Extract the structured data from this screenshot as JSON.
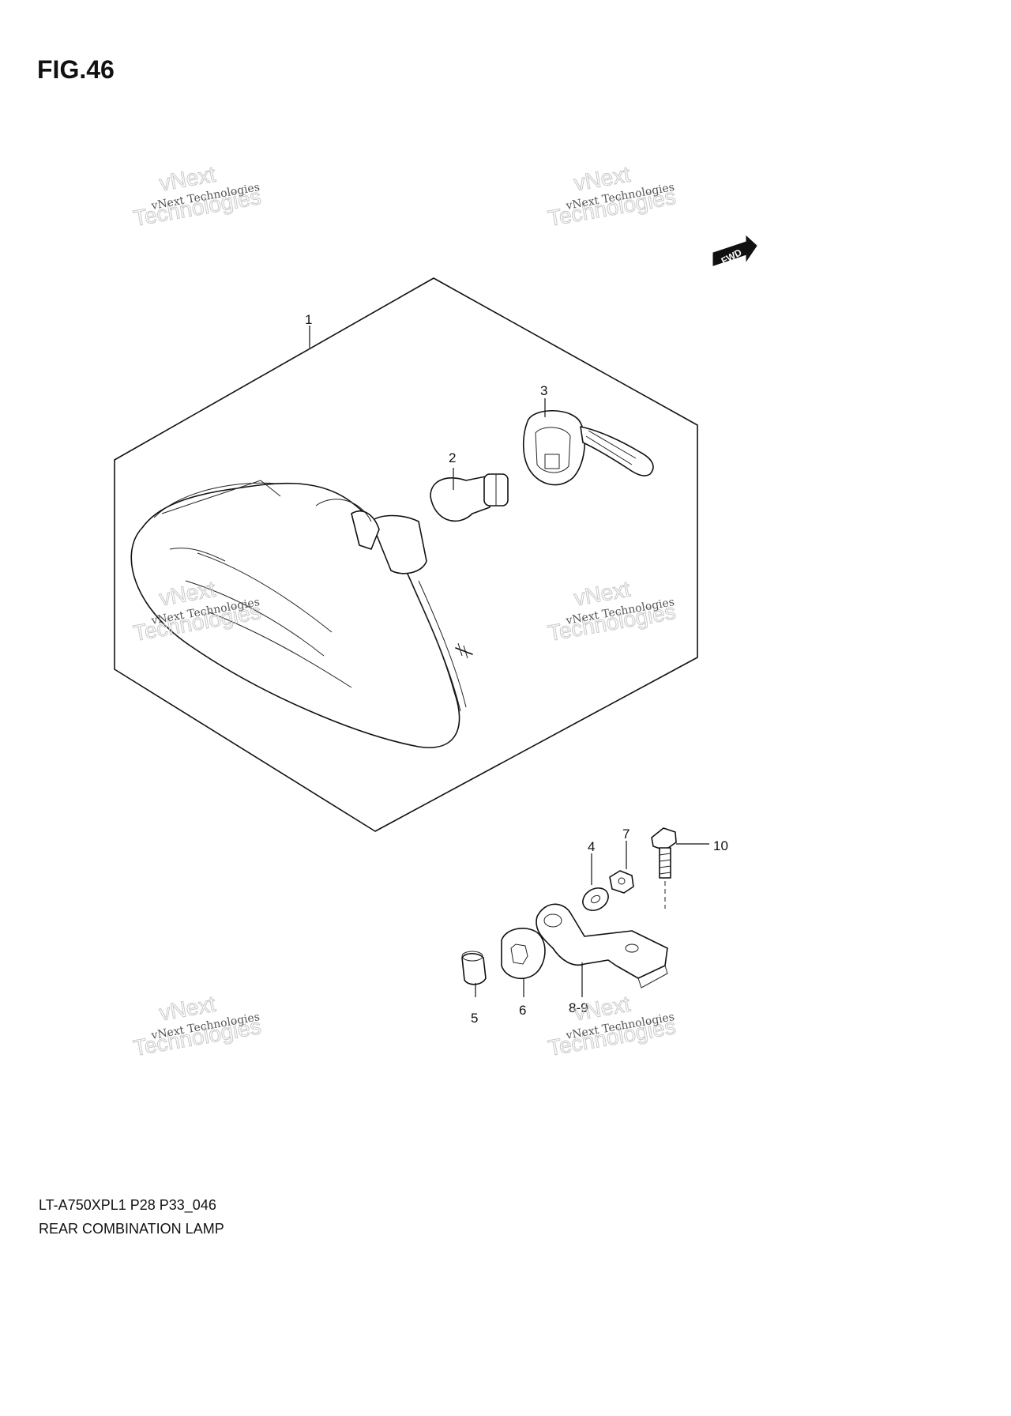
{
  "figure": {
    "title": "FIG.46",
    "caption_code": "LT-A750XPL1 P28 P33_046",
    "caption_name": "REAR COMBINATION LAMP"
  },
  "direction_badge": "FWD",
  "callouts": [
    "1",
    "2",
    "3",
    "4",
    "5",
    "6",
    "7",
    "8-9",
    "10"
  ],
  "watermark": {
    "small": "vNext Technologies",
    "big_top": "vNext",
    "big_bottom": "Technologies"
  },
  "colors": {
    "ink": "#111111",
    "background": "#ffffff",
    "watermark": "#c8c8c8"
  }
}
